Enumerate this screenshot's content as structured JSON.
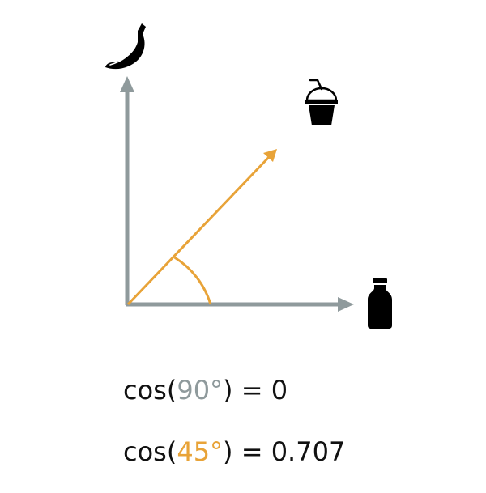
{
  "colors": {
    "axis_gray": "#8f9a9c",
    "accent_orange": "#e8a338",
    "icon_black": "#000000",
    "text": "#111111"
  },
  "icons": {
    "y_axis_icon": "banana-icon",
    "diagonal_icon": "smoothie-cup-icon",
    "x_axis_icon": "bottle-icon"
  },
  "formulas": [
    {
      "prefix": "cos(",
      "angle": "90°",
      "angle_color": "gray",
      "suffix": ") = 0"
    },
    {
      "prefix": "cos(",
      "angle": "45°",
      "angle_color": "orange",
      "suffix": ") = 0.707"
    }
  ]
}
